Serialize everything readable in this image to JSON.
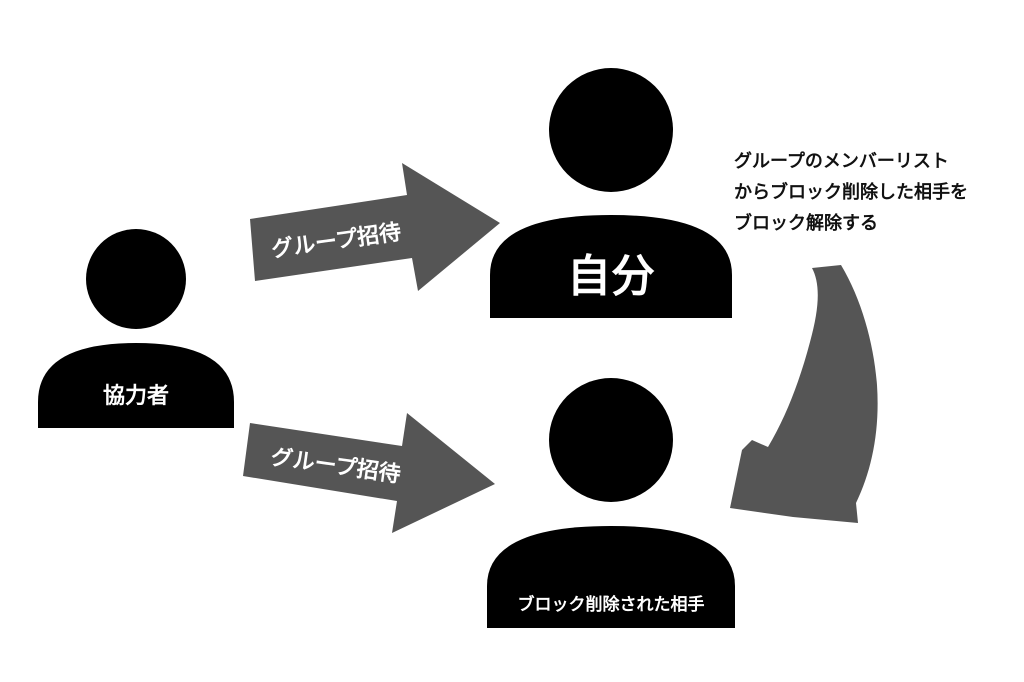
{
  "colors": {
    "person": "#000000",
    "arrow": "#555555",
    "background": "#ffffff",
    "on_dark_text": "#ffffff",
    "note_text": "#111111"
  },
  "people": {
    "collaborator": {
      "label": "協力者"
    },
    "self": {
      "label": "自分"
    },
    "blocked": {
      "label": "ブロック削除された相手"
    }
  },
  "arrows": {
    "top": {
      "label": "グループ招待"
    },
    "bottom": {
      "label": "グループ招待"
    }
  },
  "note": {
    "lines": [
      "グループのメンバーリスト",
      "からブロック削除した相手を",
      "ブロック解除する"
    ]
  }
}
